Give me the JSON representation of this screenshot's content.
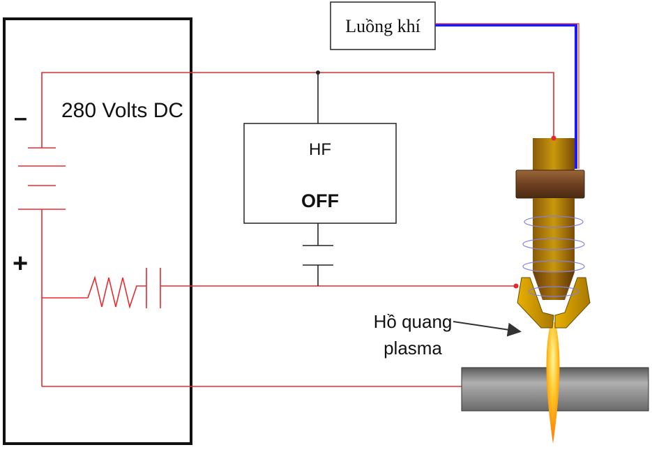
{
  "labels": {
    "voltage": "280 Volts DC",
    "minus": "–",
    "plus": "+",
    "gas_flow": "Luồng khí",
    "hf": "HF",
    "hf_state": "OFF",
    "arc_line1": "Hồ quang",
    "arc_line2": "plasma"
  },
  "colors": {
    "wire": "#e8282e",
    "gas_line": "#1a1aff",
    "nozzle_body": "#c8960a",
    "collar": "#7a4a26",
    "workpiece": "#8c8c8c",
    "flame": "#ff8c00",
    "coil": "#8080e0"
  }
}
